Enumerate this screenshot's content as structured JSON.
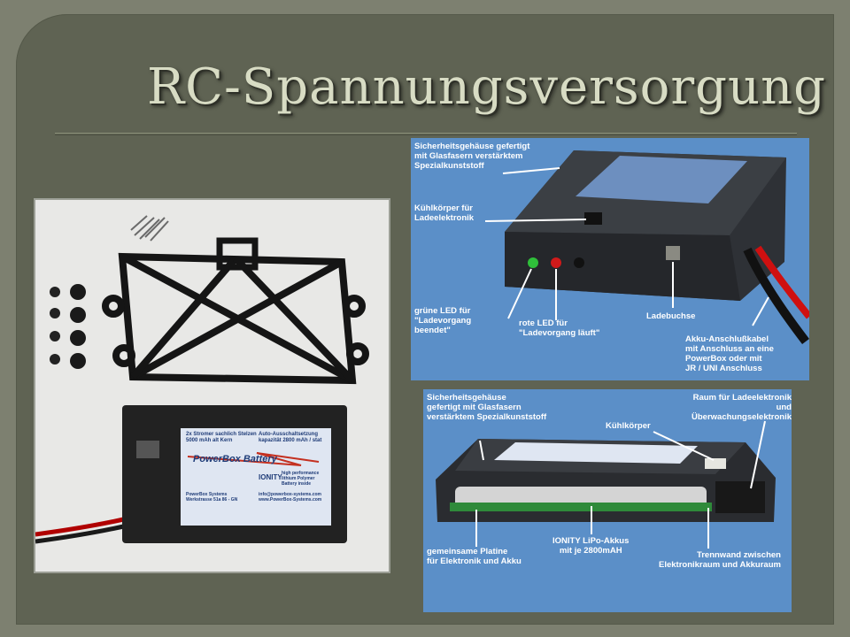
{
  "slide": {
    "title": "RC-Spannungsversorgung"
  },
  "photo_left": {
    "box_text": {
      "brand": "PowerBox Battery",
      "product": "IONITY",
      "tagline": "high performance lithium Polymer Battery inside",
      "row1_left": "2x Stromer sachlich Stelzen 5000 mAh alt Kern",
      "row1_right": "Auto-Ausschaltsetzung kapazität 2800 mAh / stat",
      "foot_left": "PowerBox Systems Werkstrasse 51a 86 - GN",
      "foot_right": "info@powerbox-systems.com www.PowerBox-Systems.com"
    }
  },
  "photo_top": {
    "labels": {
      "housing": "Sicherheitsgehäuse gefertigt\nmit Glasfasern verstärktem\nSpezialkunststoff",
      "heatsink": "Kühlkörper für\nLadeelektronik",
      "green_led": "grüne LED für\n\"Ladevorgang\n  beendet\"",
      "red_led": "rote LED für\n\"Ladevorgang läuft\"",
      "socket": "Ladebuchse",
      "cable": "Akku-Anschlußkabel\nmit Anschluss an eine\nPowerBox oder mit\nJR / UNI Anschluss"
    }
  },
  "photo_bottom": {
    "labels": {
      "housing": "Sicherheitsgehäuse\ngefertigt mit Glasfasern\nverstärktem Spezialkunststoff",
      "room": "Raum für Ladeelektronik\nund Überwachungselektronik",
      "heatsink": "Kühlkörper",
      "board": "gemeinsame Platine\nfür Elektronik und Akku",
      "cells": "IONITY LiPo-Akkus\nmit je 2800mAH",
      "wall": "Trennwand zwischen\nElektronikraum und Akkuraum"
    }
  },
  "colors": {
    "background": "#7d8070",
    "frame": "#5f6353",
    "title": "#d8dcc4",
    "photo_blue": "#5b8fc8"
  }
}
